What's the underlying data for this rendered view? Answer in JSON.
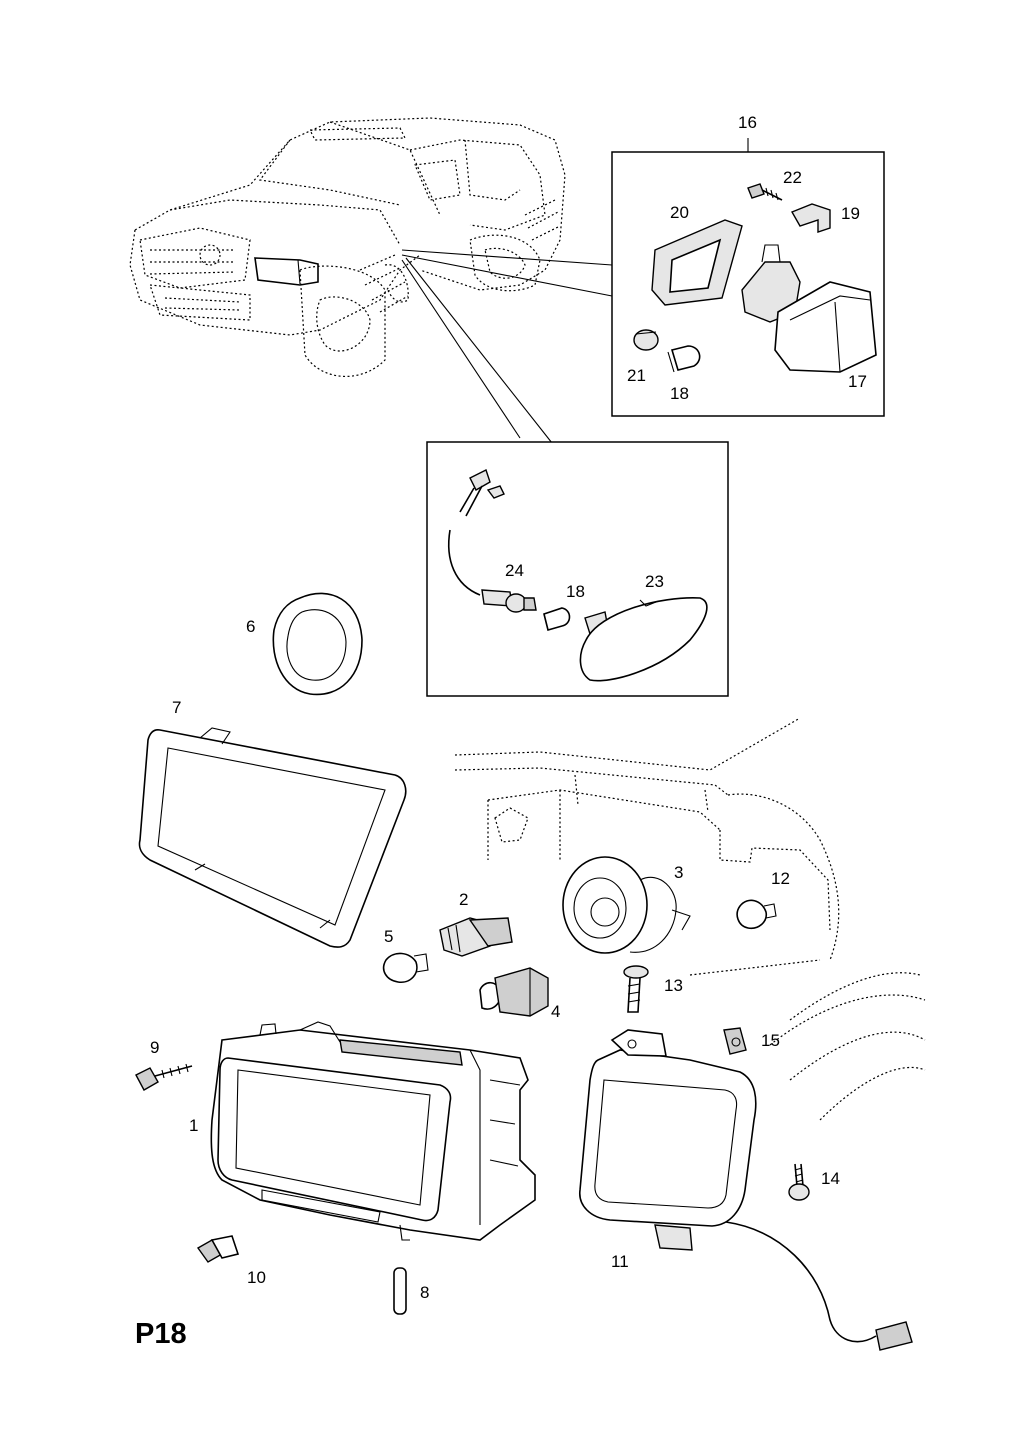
{
  "page_code": "P18",
  "callouts": {
    "c1": "1",
    "c2": "2",
    "c3": "3",
    "c4": "4",
    "c5": "5",
    "c6": "6",
    "c7": "7",
    "c8": "8",
    "c9": "9",
    "c10": "10",
    "c11": "11",
    "c12": "12",
    "c13": "13",
    "c14": "14",
    "c15": "15",
    "c16": "16",
    "c17": "17",
    "c18a": "18",
    "c18b": "18",
    "c19": "19",
    "c20": "20",
    "c21": "21",
    "c22": "22",
    "c23": "23",
    "c24": "24"
  }
}
